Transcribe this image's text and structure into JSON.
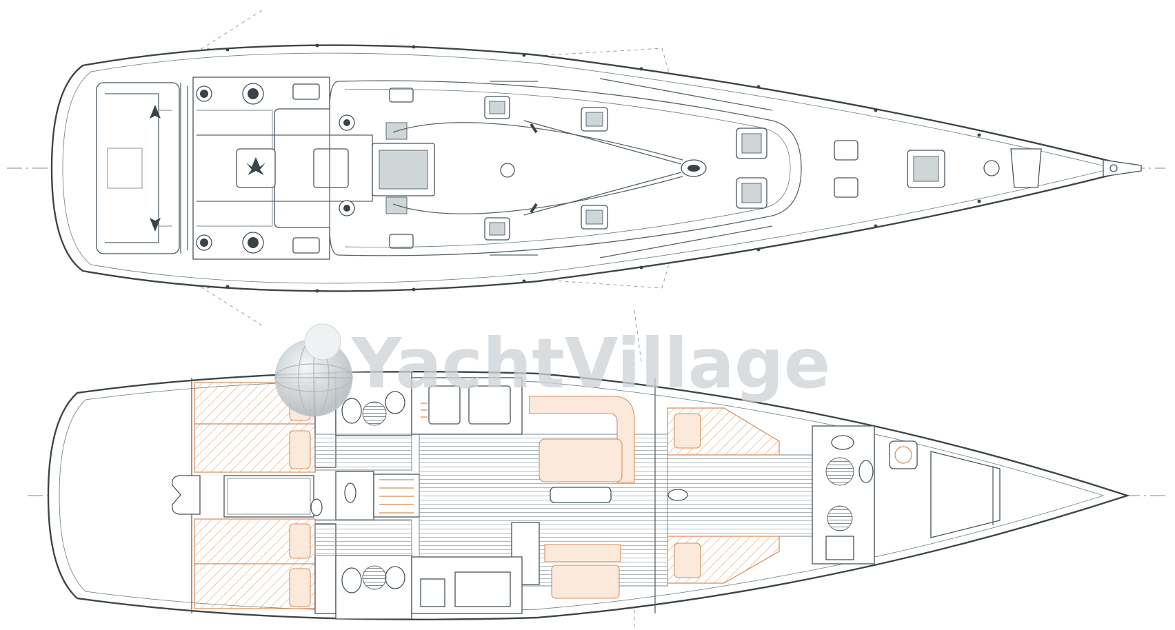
{
  "watermark": {
    "text": "YachtVillage",
    "color": "#cfd3d6"
  },
  "drawings": [
    {
      "id": "deck-plan",
      "icon": "deck-layout"
    },
    {
      "id": "interior-layout",
      "icon": "accommodation-layout"
    }
  ],
  "colors": {
    "line": "#3c4648",
    "accent": "#d88a55",
    "background": "#ffffff"
  }
}
